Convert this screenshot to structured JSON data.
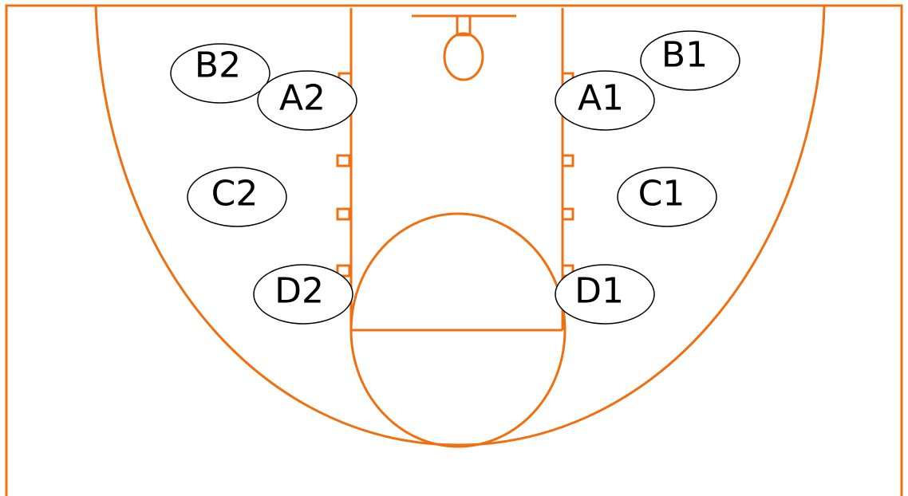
{
  "colors": {
    "court_line": "#f07010",
    "spot_outline": "#000000",
    "spot_fill": "#ffffff",
    "background": "#ffffff"
  },
  "spots": [
    {
      "id": "B2",
      "label": "B2"
    },
    {
      "id": "A2",
      "label": "A2"
    },
    {
      "id": "C2",
      "label": "C2"
    },
    {
      "id": "D2",
      "label": "D2"
    },
    {
      "id": "B1",
      "label": "B1"
    },
    {
      "id": "A1",
      "label": "A1"
    },
    {
      "id": "C1",
      "label": "C1"
    },
    {
      "id": "D1",
      "label": "D1"
    }
  ]
}
